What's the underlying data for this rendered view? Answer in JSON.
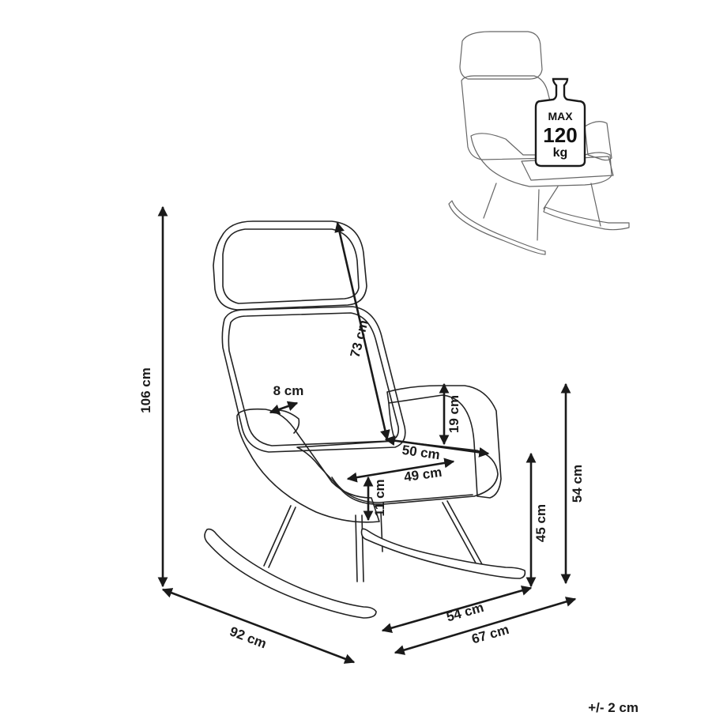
{
  "weight_badge": {
    "max_label": "MAX",
    "capacity_value": "120",
    "unit": "kg"
  },
  "dimensions": {
    "total_height": "106 cm",
    "backrest_height": "73 cm",
    "armrest_width": "8 cm",
    "armrest_height": "19 cm",
    "seat_width": "50 cm",
    "seat_depth": "49 cm",
    "seat_cushion_thickness": "11 cm",
    "seat_height": "45 cm",
    "armrest_total_height": "54 cm",
    "depth_total": "92 cm",
    "width_inner": "54 cm",
    "width_total": "67 cm"
  },
  "tolerance_note": "+/- 2 cm"
}
